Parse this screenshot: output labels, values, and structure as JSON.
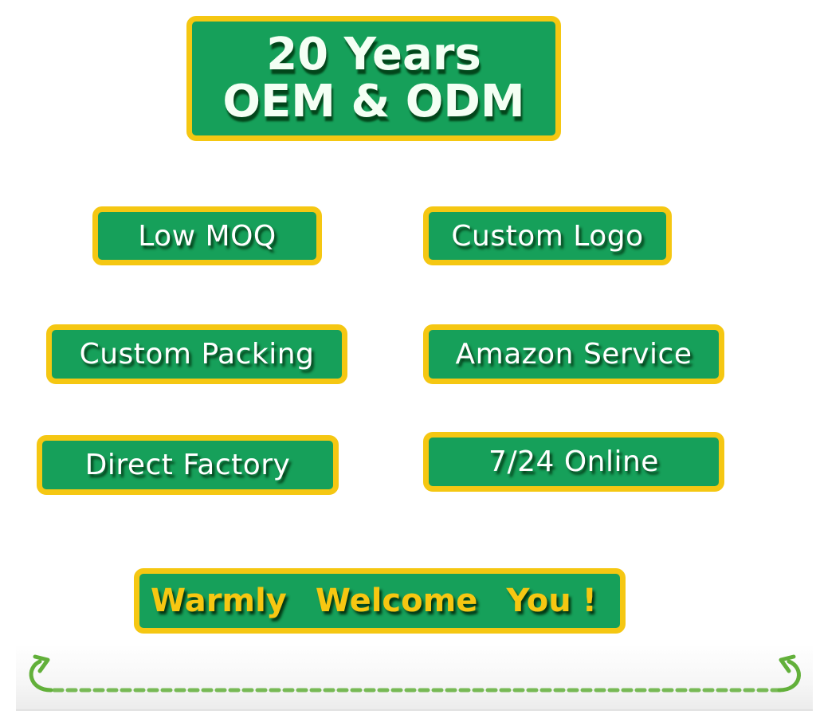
{
  "hero": {
    "line1": "20 Years",
    "line2": "OEM & ODM"
  },
  "features": {
    "low_moq": "Low MOQ",
    "custom_logo": "Custom Logo",
    "custom_packing": "Custom Packing",
    "amazon_service": "Amazon Service",
    "direct_factory": "Direct Factory",
    "online": "7/24 Online"
  },
  "welcome": {
    "word1": "Warmly",
    "word2": "Welcome",
    "word3": "You !"
  },
  "colors": {
    "badge_green": "#16a05a",
    "badge_border_yellow": "#f5c712",
    "welcome_text_yellow": "#f6c712",
    "arrow_green": "#62b03a"
  },
  "icons": {
    "left_arrow": "curved-arrow-left-icon",
    "right_arrow": "curved-arrow-right-icon"
  }
}
